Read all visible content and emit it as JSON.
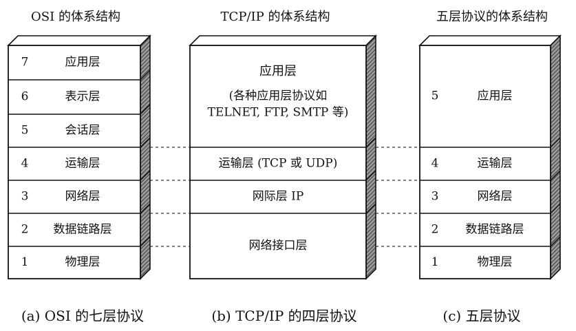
{
  "osi": {
    "title": "OSI 的体系结构",
    "caption": "(a) OSI 的七层协议",
    "layers": [
      {
        "num": "7",
        "name": "应用层"
      },
      {
        "num": "6",
        "name": "表示层"
      },
      {
        "num": "5",
        "name": "会话层"
      },
      {
        "num": "4",
        "name": "运输层"
      },
      {
        "num": "3",
        "name": "网络层"
      },
      {
        "num": "2",
        "name": "数据链路层"
      },
      {
        "num": "1",
        "name": "物理层"
      }
    ]
  },
  "tcpip": {
    "title": "TCP/IP 的体系结构",
    "caption": "(b) TCP/IP 的四层协议",
    "layers": [
      {
        "lines": [
          "应用层",
          "(各种应用层协议如",
          "TELNET, FTP, SMTP 等)"
        ]
      },
      {
        "lines": [
          "运输层 (TCP 或 UDP)"
        ]
      },
      {
        "lines": [
          "网际层 IP"
        ]
      },
      {
        "lines": [
          "网络接口层"
        ]
      }
    ]
  },
  "five": {
    "title": "五层协议的体系结构",
    "caption": "(c)  五层协议",
    "layers": [
      {
        "num": "5",
        "name": "应用层"
      },
      {
        "num": "4",
        "name": "运输层"
      },
      {
        "num": "3",
        "name": "网络层"
      },
      {
        "num": "2",
        "name": "数据链路层"
      },
      {
        "num": "1",
        "name": "物理层"
      }
    ]
  },
  "colors": {
    "side_hatch": "#555555",
    "line": "#111111",
    "dash": "#333333"
  }
}
